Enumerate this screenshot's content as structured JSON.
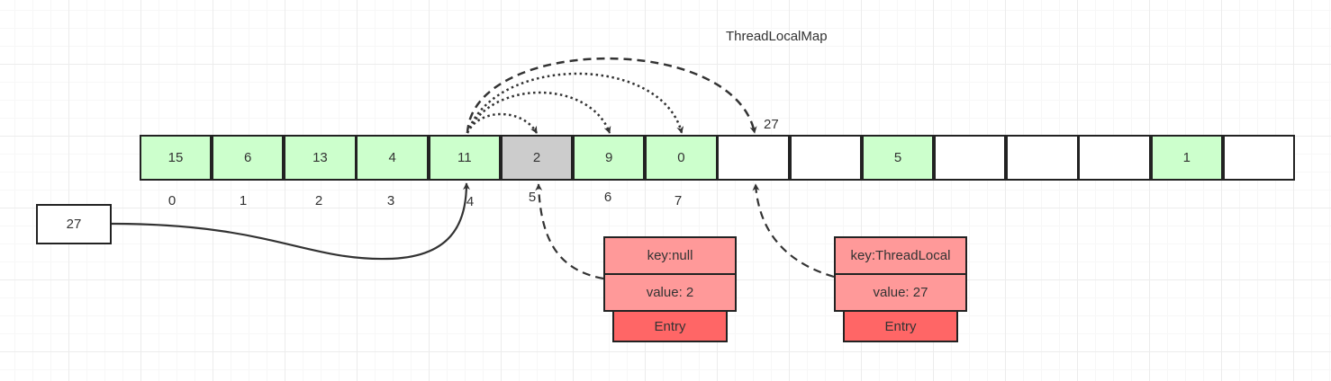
{
  "title": "ThreadLocalMap",
  "slot_note": "27",
  "cells": [
    {
      "value": "15",
      "state": "occupied"
    },
    {
      "value": "6",
      "state": "occupied"
    },
    {
      "value": "13",
      "state": "occupied"
    },
    {
      "value": "4",
      "state": "occupied"
    },
    {
      "value": "11",
      "state": "occupied"
    },
    {
      "value": "2",
      "state": "stale"
    },
    {
      "value": "9",
      "state": "occupied"
    },
    {
      "value": "0",
      "state": "occupied"
    },
    {
      "value": "",
      "state": "empty"
    },
    {
      "value": "",
      "state": "empty"
    },
    {
      "value": "5",
      "state": "occupied"
    },
    {
      "value": "",
      "state": "empty"
    },
    {
      "value": "",
      "state": "empty"
    },
    {
      "value": "",
      "state": "empty"
    },
    {
      "value": "1",
      "state": "occupied"
    },
    {
      "value": "",
      "state": "empty"
    }
  ],
  "indices": [
    "0",
    "1",
    "2",
    "3",
    "4",
    "5",
    "6",
    "7"
  ],
  "new_key": "27",
  "stale_entry": {
    "key": "key:null",
    "value": "value: 2",
    "label": "Entry"
  },
  "new_entry": {
    "key": "key:ThreadLocal",
    "value": "value: 27",
    "label": "Entry"
  },
  "colors": {
    "occupied": "#ccffcc",
    "stale": "#cccccc",
    "entry_fields": "#ff9999",
    "entry_label": "#ff6666",
    "stroke": "#222222"
  }
}
